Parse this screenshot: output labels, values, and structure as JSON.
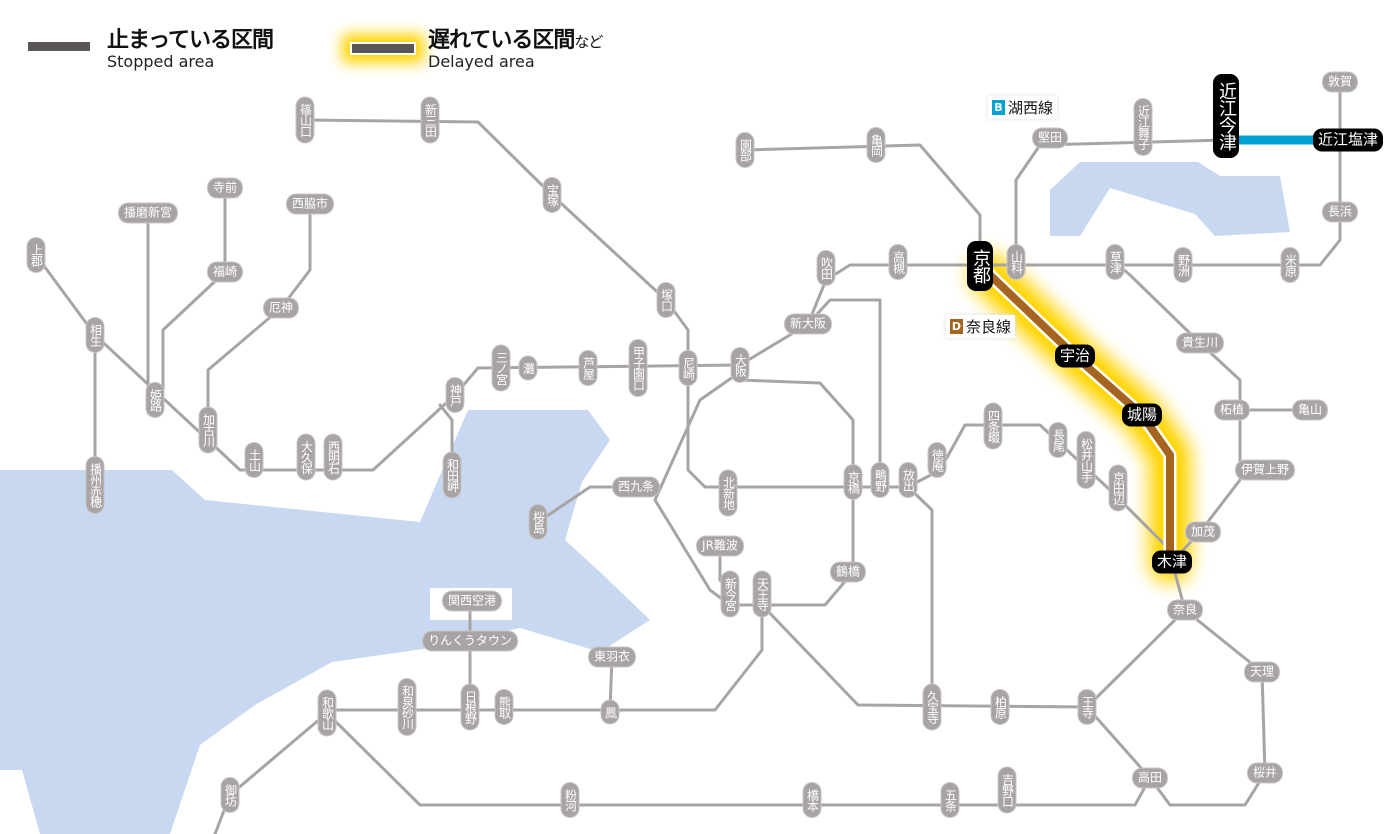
{
  "legend": {
    "stopped": {
      "jp": "止まっている区間",
      "en": "Stopped area"
    },
    "delayed": {
      "jp": "遅れている区間",
      "jp_suffix": "など",
      "en": "Delayed area"
    }
  },
  "line_labels": {
    "kosei": {
      "badge": "B",
      "name": "湖西線",
      "color": "#00a3d3"
    },
    "nara": {
      "badge": "D",
      "name": "奈良線",
      "color": "#a5651e"
    }
  },
  "colors": {
    "line": "#a9a4a4",
    "water": "#c8d8f1",
    "glow": "#ffd400",
    "nara_line": "#a5651e",
    "kosei_line": "#00a3d3"
  },
  "stations": {
    "sasayamaguchi": {
      "name": "篠山口",
      "status": "normal"
    },
    "shinsanda": {
      "name": "新三田",
      "status": "normal"
    },
    "takarazuka": {
      "name": "宝塚",
      "status": "normal"
    },
    "tsukaguchi": {
      "name": "塚口",
      "status": "normal"
    },
    "amagasaki": {
      "name": "尼崎",
      "status": "normal"
    },
    "koshienguchi": {
      "name": "甲子園口",
      "status": "normal"
    },
    "ashiya": {
      "name": "芦屋",
      "status": "normal"
    },
    "nada": {
      "name": "灘",
      "status": "normal"
    },
    "sannomiya": {
      "name": "三ノ宮",
      "status": "normal"
    },
    "kobe": {
      "name": "神戸",
      "status": "normal"
    },
    "wadamisaki": {
      "name": "和田岬",
      "status": "normal"
    },
    "nishiakashi": {
      "name": "西明石",
      "status": "normal"
    },
    "okubo": {
      "name": "大久保",
      "status": "normal"
    },
    "tsuchiyama": {
      "name": "土山",
      "status": "normal"
    },
    "kakogawa": {
      "name": "加古川",
      "status": "normal"
    },
    "yakujin": {
      "name": "厄神",
      "status": "normal"
    },
    "nishiwakishi": {
      "name": "西脇市",
      "status": "normal"
    },
    "teramae": {
      "name": "寺前",
      "status": "normal"
    },
    "fukusaki": {
      "name": "福崎",
      "status": "normal"
    },
    "harimashingu": {
      "name": "播磨新宮",
      "status": "normal"
    },
    "himeji": {
      "name": "姫路",
      "status": "normal"
    },
    "aioi": {
      "name": "相生",
      "status": "normal"
    },
    "kamigori": {
      "name": "上郡",
      "status": "normal"
    },
    "banshuako": {
      "name": "播州赤穂",
      "status": "normal"
    },
    "osaka": {
      "name": "大阪",
      "status": "normal"
    },
    "shinosaka": {
      "name": "新大阪",
      "status": "normal"
    },
    "suita": {
      "name": "吹田",
      "status": "normal"
    },
    "takatsuki": {
      "name": "高槻",
      "status": "normal"
    },
    "kyoto": {
      "name": "京都",
      "status": "affected"
    },
    "yamashina": {
      "name": "山科",
      "status": "normal"
    },
    "sonobe": {
      "name": "園部",
      "status": "normal"
    },
    "kameoka": {
      "name": "亀岡",
      "status": "normal"
    },
    "katata": {
      "name": "堅田",
      "status": "normal"
    },
    "omimaiko": {
      "name": "近江舞子",
      "status": "normal"
    },
    "omiimazu": {
      "name": "近江今津",
      "status": "affected"
    },
    "omishiotsu": {
      "name": "近江塩津",
      "status": "affected"
    },
    "tsuruga": {
      "name": "敦賀",
      "status": "normal"
    },
    "nagahama": {
      "name": "長浜",
      "status": "normal"
    },
    "maibara": {
      "name": "米原",
      "status": "normal"
    },
    "yasu": {
      "name": "野洲",
      "status": "normal"
    },
    "kusatsu": {
      "name": "草津",
      "status": "normal"
    },
    "kibukawa": {
      "name": "貴生川",
      "status": "normal"
    },
    "tsuge": {
      "name": "柘植",
      "status": "normal"
    },
    "kameyama": {
      "name": "亀山",
      "status": "normal"
    },
    "igaueno": {
      "name": "伊賀上野",
      "status": "normal"
    },
    "kamo": {
      "name": "加茂",
      "status": "normal"
    },
    "kizu": {
      "name": "木津",
      "status": "affected"
    },
    "nara": {
      "name": "奈良",
      "status": "normal"
    },
    "tenri": {
      "name": "天理",
      "status": "normal"
    },
    "sakurai": {
      "name": "桜井",
      "status": "normal"
    },
    "takada": {
      "name": "高田",
      "status": "normal"
    },
    "oji": {
      "name": "王寺",
      "status": "normal"
    },
    "kashiwara": {
      "name": "柏原",
      "status": "normal"
    },
    "kyuhoji": {
      "name": "久宝寺",
      "status": "normal"
    },
    "uji": {
      "name": "宇治",
      "status": "affected"
    },
    "joyo": {
      "name": "城陽",
      "status": "affected"
    },
    "kyotanabe": {
      "name": "京田辺",
      "status": "normal"
    },
    "matsuiyamate": {
      "name": "松井山手",
      "status": "normal"
    },
    "nagao": {
      "name": "長尾",
      "status": "normal"
    },
    "shijonawate": {
      "name": "四条畷",
      "status": "normal"
    },
    "tokuan": {
      "name": "徳庵",
      "status": "normal"
    },
    "hanaten": {
      "name": "放出",
      "status": "normal"
    },
    "shigino": {
      "name": "鴫野",
      "status": "normal"
    },
    "kyobashi": {
      "name": "京橋",
      "status": "normal"
    },
    "kitashinchi": {
      "name": "北新地",
      "status": "normal"
    },
    "nishikujo": {
      "name": "西九条",
      "status": "normal"
    },
    "sakurajima": {
      "name": "桜島",
      "status": "normal"
    },
    "jrnamba": {
      "name": "JR難波",
      "status": "normal"
    },
    "shinimamiya": {
      "name": "新今宮",
      "status": "normal"
    },
    "tennoji": {
      "name": "天王寺",
      "status": "normal"
    },
    "tsuruhashi": {
      "name": "鶴橋",
      "status": "normal"
    },
    "kansaiairport": {
      "name": "関西空港",
      "status": "normal"
    },
    "rinkutown": {
      "name": "りんくうタウン",
      "status": "normal"
    },
    "higashihagoromo": {
      "name": "東羽衣",
      "status": "normal"
    },
    "otori": {
      "name": "鳳",
      "status": "normal"
    },
    "kumatori": {
      "name": "熊取",
      "status": "normal"
    },
    "hineno": {
      "name": "日根野",
      "status": "normal"
    },
    "izumisunagawa": {
      "name": "和泉砂川",
      "status": "normal"
    },
    "wakayama": {
      "name": "和歌山",
      "status": "normal"
    },
    "gobo": {
      "name": "御坊",
      "status": "normal"
    },
    "kokawa": {
      "name": "粉河",
      "status": "normal"
    },
    "hashimoto": {
      "name": "橋本",
      "status": "normal"
    },
    "gojo": {
      "name": "五条",
      "status": "normal"
    },
    "yoshinoguchi": {
      "name": "吉野口",
      "status": "normal"
    }
  }
}
